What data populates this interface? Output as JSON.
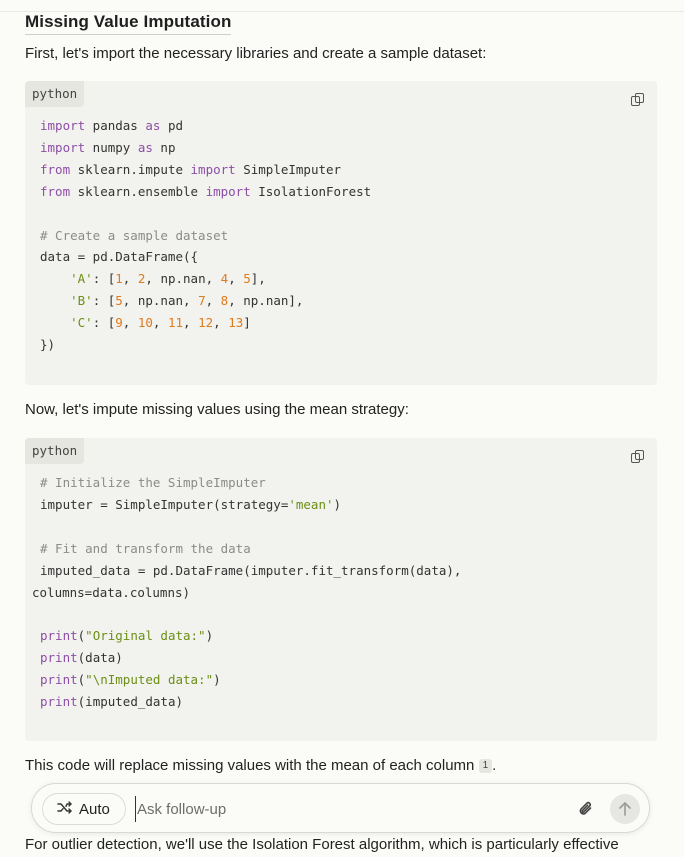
{
  "heading": "Missing Value Imputation",
  "intro": "First, let's import the necessary libraries and create a sample dataset:",
  "code1": {
    "lang": "python",
    "lines": [
      [
        [
          "kw",
          "import"
        ],
        [
          "t",
          " pandas "
        ],
        [
          "kw",
          "as"
        ],
        [
          "t",
          " pd"
        ]
      ],
      [
        [
          "kw",
          "import"
        ],
        [
          "t",
          " numpy "
        ],
        [
          "kw",
          "as"
        ],
        [
          "t",
          " np"
        ]
      ],
      [
        [
          "kw",
          "from"
        ],
        [
          "t",
          " sklearn.impute "
        ],
        [
          "kw",
          "import"
        ],
        [
          "t",
          " SimpleImputer"
        ]
      ],
      [
        [
          "kw",
          "from"
        ],
        [
          "t",
          " sklearn.ensemble "
        ],
        [
          "kw",
          "import"
        ],
        [
          "t",
          " IsolationForest"
        ]
      ],
      [
        [
          "t",
          ""
        ]
      ],
      [
        [
          "cm",
          "# Create a sample dataset"
        ]
      ],
      [
        [
          "t",
          "data = pd.DataFrame({"
        ]
      ],
      [
        [
          "t",
          "    "
        ],
        [
          "str",
          "'A'"
        ],
        [
          "t",
          ": ["
        ],
        [
          "num",
          "1"
        ],
        [
          "t",
          ", "
        ],
        [
          "num",
          "2"
        ],
        [
          "t",
          ", np.nan, "
        ],
        [
          "num",
          "4"
        ],
        [
          "t",
          ", "
        ],
        [
          "num",
          "5"
        ],
        [
          "t",
          "],"
        ]
      ],
      [
        [
          "t",
          "    "
        ],
        [
          "str",
          "'B'"
        ],
        [
          "t",
          ": ["
        ],
        [
          "num",
          "5"
        ],
        [
          "t",
          ", np.nan, "
        ],
        [
          "num",
          "7"
        ],
        [
          "t",
          ", "
        ],
        [
          "num",
          "8"
        ],
        [
          "t",
          ", np.nan],"
        ]
      ],
      [
        [
          "t",
          "    "
        ],
        [
          "str",
          "'C'"
        ],
        [
          "t",
          ": ["
        ],
        [
          "num",
          "9"
        ],
        [
          "t",
          ", "
        ],
        [
          "num",
          "10"
        ],
        [
          "t",
          ", "
        ],
        [
          "num",
          "11"
        ],
        [
          "t",
          ", "
        ],
        [
          "num",
          "12"
        ],
        [
          "t",
          ", "
        ],
        [
          "num",
          "13"
        ],
        [
          "t",
          "]"
        ]
      ],
      [
        [
          "t",
          "})"
        ]
      ]
    ]
  },
  "middle": "Now, let's impute missing values using the mean strategy:",
  "code2": {
    "lang": "python",
    "lines": [
      [
        [
          "cm",
          "# Initialize the SimpleImputer"
        ]
      ],
      [
        [
          "t",
          "imputer = SimpleImputer(strategy="
        ],
        [
          "str",
          "'mean'"
        ],
        [
          "t",
          ")"
        ]
      ],
      [
        [
          "t",
          ""
        ]
      ],
      [
        [
          "cm",
          "# Fit and transform the data"
        ]
      ],
      [
        [
          "t",
          "imputed_data = pd.DataFrame(imputer.fit_transform(data),"
        ]
      ],
      [
        [
          "t",
          "\bcolumns=data.columns)"
        ]
      ],
      [
        [
          "t",
          ""
        ]
      ],
      [
        [
          "fn",
          "print"
        ],
        [
          "t",
          "("
        ],
        [
          "str",
          "\"Original data:\""
        ],
        [
          "t",
          ")"
        ]
      ],
      [
        [
          "fn",
          "print"
        ],
        [
          "t",
          "(data)"
        ]
      ],
      [
        [
          "fn",
          "print"
        ],
        [
          "t",
          "("
        ],
        [
          "str",
          "\"\\nImputed data:\""
        ],
        [
          "t",
          ")"
        ]
      ],
      [
        [
          "fn",
          "print"
        ],
        [
          "t",
          "(imputed_data)"
        ]
      ]
    ]
  },
  "summary": {
    "text": "This code will replace missing values with the mean of each column",
    "citation": "1",
    "end": "."
  },
  "input_bar": {
    "auto_label": "Auto",
    "placeholder": "Ask follow-up"
  },
  "cut_text": "For outlier detection, we'll use the Isolation Forest algorithm, which is particularly effective"
}
